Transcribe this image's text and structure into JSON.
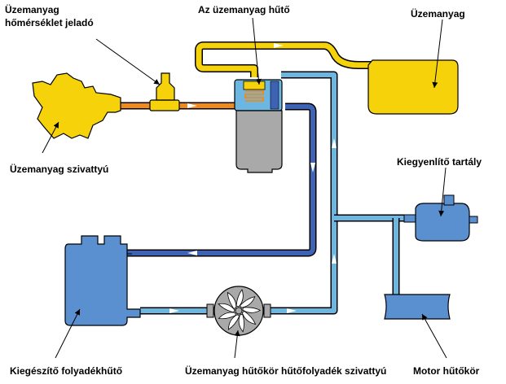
{
  "labels": {
    "fuel_temp_sensor_line1": "Üzemanyag",
    "fuel_temp_sensor_line2": "hőmérséklet jeladó",
    "fuel_cooler": "Az üzemanyag hűtő",
    "fuel_tank": "Üzemanyag",
    "fuel_pump": "Üzemanyag szivattyú",
    "expansion_tank": "Kiegyenlítő tartály",
    "aux_radiator": "Kiegészítő folyadékhűtő",
    "coolant_pump": "Üzemanyag hűtőkör hűtőfolyadék szivattyú",
    "engine_cooling": "Motor hűtőkör"
  },
  "colors": {
    "fuel_yellow": "#f5d20a",
    "fuel_hot_orange": "#f08a1c",
    "coolant_light_blue": "#6cb6e2",
    "coolant_dark_blue": "#3f63b4",
    "component_blue": "#5a8fd0",
    "filter_gray": "#a9a9a9",
    "outline": "#000000"
  }
}
